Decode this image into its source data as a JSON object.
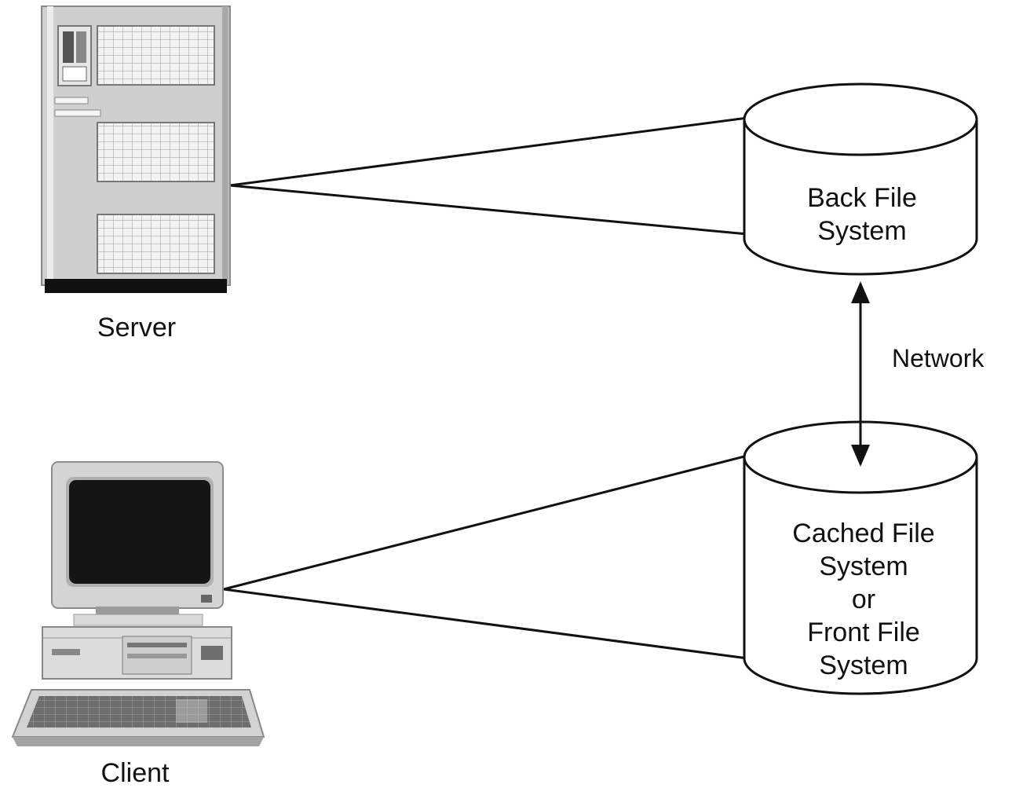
{
  "nodes": {
    "server": {
      "label": "Server"
    },
    "client": {
      "label": "Client"
    },
    "back_fs": {
      "lines": [
        "Back File",
        "System"
      ]
    },
    "cached_fs": {
      "lines": [
        "Cached File",
        "System",
        "or",
        "Front File",
        "System"
      ]
    }
  },
  "edges": {
    "network": {
      "label": "Network"
    }
  },
  "colors": {
    "ink": "#111111",
    "device_light": "#d9d9d9",
    "device_mid": "#b5b5b5",
    "device_dark": "#1a1a1a"
  }
}
